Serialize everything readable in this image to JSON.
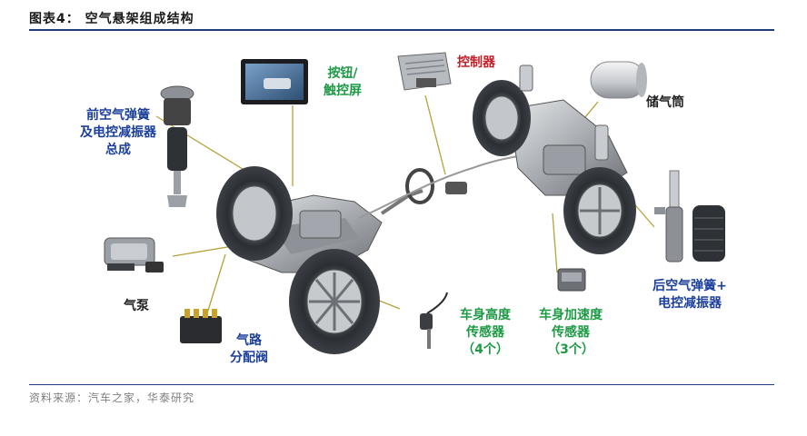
{
  "figure": {
    "title": "图表4：  空气悬架组成结构",
    "source": "资料来源：汽车之家，华泰研究"
  },
  "labels": {
    "front_spring": [
      "前空气弹簧",
      "及电控减振器",
      "总成"
    ],
    "buttons": [
      "按钮/",
      "触控屏"
    ],
    "controller": "控制器",
    "reservoir": "储气筒",
    "pump": "气泵",
    "valve": [
      "气路",
      "分配阀"
    ],
    "height_sensor": [
      "车身高度",
      "传感器",
      "（4个）"
    ],
    "accel_sensor": [
      "车身加速度",
      "传感器",
      "（3个）"
    ],
    "rear_spring": [
      "后空气弹簧+",
      "电控减振器"
    ]
  },
  "colors": {
    "blue_label": "#1c3f9c",
    "green_label": "#1d9a45",
    "red_label": "#c0202a",
    "rule": "#1f3e7a",
    "leader": "#b5a23a"
  }
}
